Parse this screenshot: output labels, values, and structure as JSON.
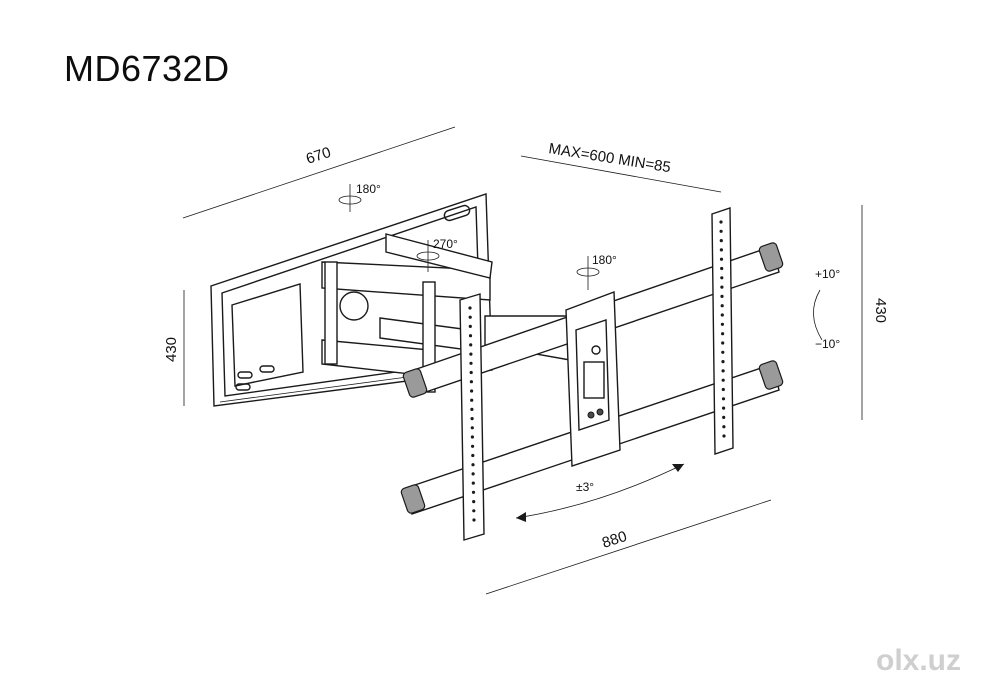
{
  "title": "MD6732D",
  "dimensions": {
    "top_width": "670",
    "extension": "MAX=600 MIN=85",
    "left_height": "430",
    "right_height": "430",
    "bottom_width": "880"
  },
  "rotations": {
    "wall_pivot": "180°",
    "arm_pivot": "270°",
    "plate_pivot": "180°",
    "tilt_up": "+10°",
    "tilt_down": "−10°",
    "level": "±3°"
  },
  "watermark": "olx.uz",
  "colors": {
    "line": "#1a1a1a",
    "tube": "#9a9a9a",
    "watermark": "#cfcfcf"
  }
}
